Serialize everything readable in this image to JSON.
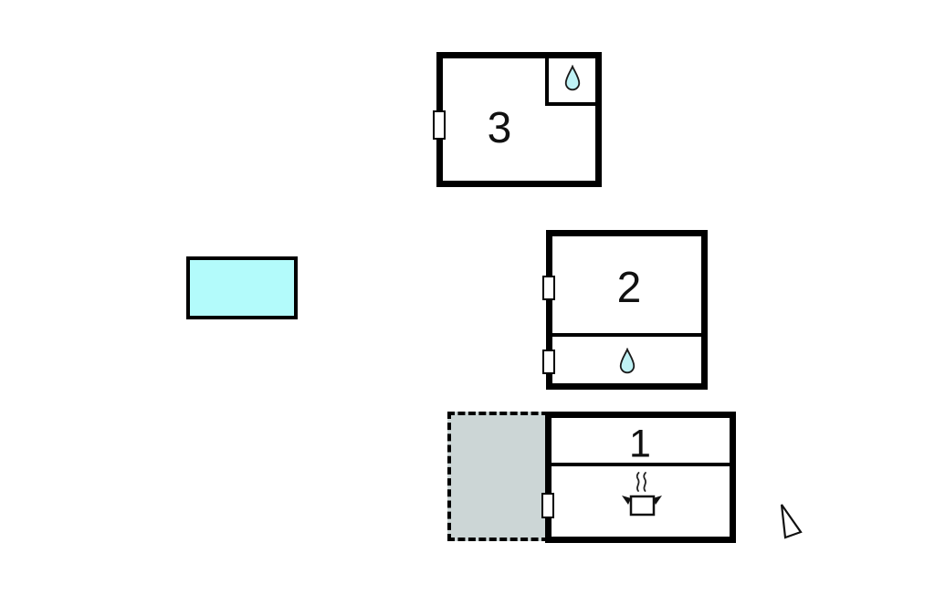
{
  "floorplan": {
    "rooms": [
      {
        "label": "3",
        "icon": "water-drop-icon"
      },
      {
        "label": "2",
        "icon": "water-drop-icon"
      },
      {
        "label": "1",
        "icon": "cooking-pot-icon"
      }
    ],
    "areas": {
      "pool": "pool",
      "terrace": "terrace"
    },
    "compass": "north-arrow-icon"
  },
  "colors": {
    "wall": "#000000",
    "background": "#ffffff",
    "pool_fill": "#b3fbfb",
    "drop_fill": "#bff2f5",
    "terrace_fill": "#ccd6d6",
    "icon_stroke": "#111111"
  }
}
